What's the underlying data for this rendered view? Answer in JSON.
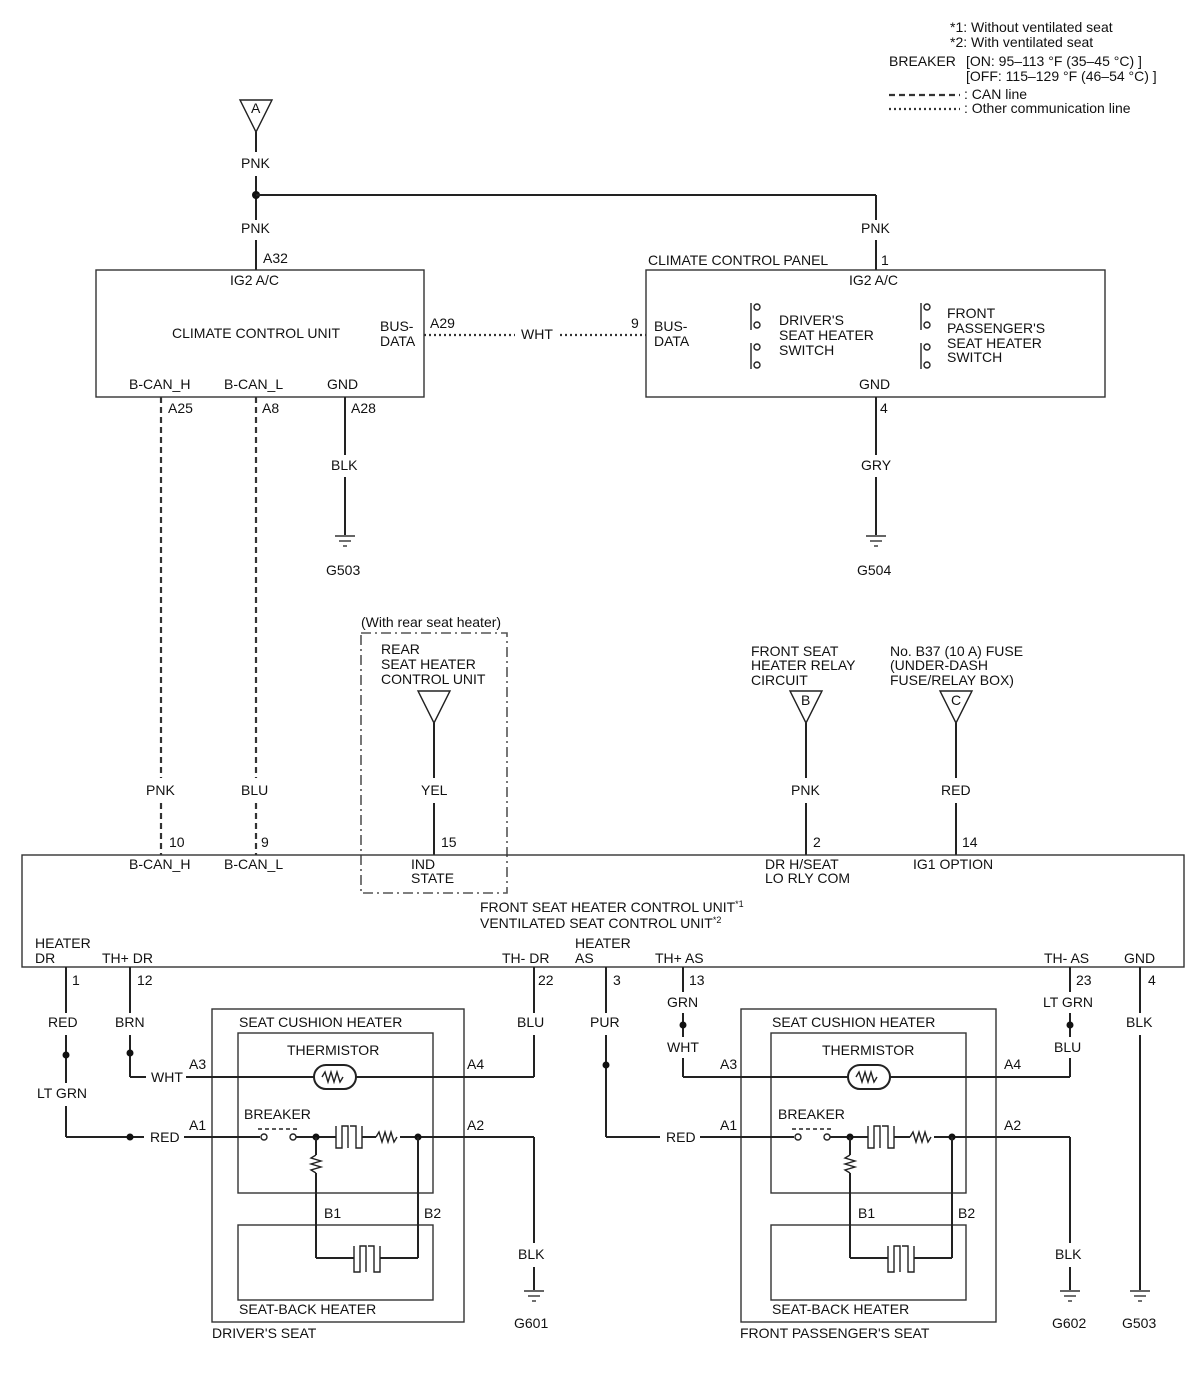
{
  "legend": {
    "note1": "*1: Without ventilated seat",
    "note2": "*2: With ventilated seat",
    "breaker_label": "BREAKER",
    "breaker_on": "[ON: 95–113 °F (35–45 °C) ]",
    "breaker_off": "[OFF: 115–129 °F (46–54 °C) ]",
    "can_line": ": CAN line",
    "other_line": ": Other communication line"
  },
  "connector_a": {
    "id": "A",
    "wire_top": "PNK",
    "wire_left": "PNK",
    "wire_right": "PNK"
  },
  "climate_control_unit": {
    "name": "CLIMATE CONTROL UNIT",
    "ig2_label": "IG2 A/C",
    "ig2_pin": "A32",
    "bus_label_1": "BUS-",
    "bus_label_2": "DATA",
    "bus_pin": "A29",
    "bcanh_label": "B-CAN_H",
    "bcanh_pin": "A25",
    "bcanl_label": "B-CAN_L",
    "bcanl_pin": "A8",
    "gnd_label": "GND",
    "gnd_pin": "A28",
    "gnd_wire": "BLK",
    "gnd_ground": "G503"
  },
  "bus_wire": "WHT",
  "climate_control_panel": {
    "name": "CLIMATE CONTROL PANEL",
    "ig2_label": "IG2 A/C",
    "ig2_pin": "1",
    "bus_pin": "9",
    "bus_label_1": "BUS-",
    "bus_label_2": "DATA",
    "driver_switch_1": "DRIVER'S",
    "driver_switch_2": "SEAT HEATER",
    "driver_switch_3": "SWITCH",
    "pass_switch_1": "FRONT",
    "pass_switch_2": "PASSENGER'S",
    "pass_switch_3": "SEAT HEATER",
    "pass_switch_4": "SWITCH",
    "gnd_label": "GND",
    "gnd_pin": "4",
    "gnd_wire": "GRY",
    "gnd_ground": "G504"
  },
  "rear_seat": {
    "condition": "(With rear seat heater)",
    "name_1": "REAR",
    "name_2": "SEAT HEATER",
    "name_3": "CONTROL UNIT",
    "wire": "YEL"
  },
  "relay_circuit": {
    "name_1": "FRONT SEAT",
    "name_2": "HEATER RELAY",
    "name_3": "CIRCUIT",
    "connector": "B",
    "wire": "PNK"
  },
  "fuse": {
    "name_1": "No. B37 (10 A) FUSE",
    "name_2": "(UNDER-DASH",
    "name_3": "FUSE/RELAY BOX)",
    "connector": "C",
    "wire": "RED"
  },
  "can_wires": {
    "h": "PNK",
    "l": "BLU"
  },
  "main_unit": {
    "name_1": "FRONT SEAT HEATER CONTROL UNIT",
    "name_1_note": "*1",
    "name_2": "VENTILATED SEAT CONTROL UNIT",
    "name_2_note": "*2",
    "top_pins": {
      "bcanh": {
        "pin": "10",
        "label": "B-CAN_H"
      },
      "bcanl": {
        "pin": "9",
        "label": "B-CAN_L"
      },
      "ind": {
        "pin": "15",
        "label_1": "IND",
        "label_2": "STATE"
      },
      "relay": {
        "pin": "2",
        "label_1": "DR H/SEAT",
        "label_2": "LO RLY COM"
      },
      "ig1": {
        "pin": "14",
        "label": "IG1 OPTION"
      }
    },
    "bottom_pins": {
      "heater_dr": {
        "pin": "1",
        "label_1": "HEATER",
        "label_2": "DR"
      },
      "thplus_dr": {
        "pin": "12",
        "label": "TH+ DR"
      },
      "thminus_dr": {
        "pin": "22",
        "label": "TH- DR"
      },
      "heater_as": {
        "pin": "3",
        "label_1": "HEATER",
        "label_2": "AS"
      },
      "thplus_as": {
        "pin": "13",
        "label": "TH+ AS"
      },
      "thminus_as": {
        "pin": "23",
        "label": "TH- AS"
      },
      "gnd": {
        "pin": "4",
        "label": "GND"
      }
    },
    "gnd_wire": "BLK",
    "gnd_ground": "G503"
  },
  "driver_seat": {
    "name": "DRIVER'S SEAT",
    "cushion": "SEAT CUSHION HEATER",
    "thermistor": "THERMISTOR",
    "breaker": "BREAKER",
    "back": "SEAT-BACK HEATER",
    "pin_a1": "A1",
    "pin_a2": "A2",
    "pin_a3": "A3",
    "pin_a4": "A4",
    "pin_b1": "B1",
    "pin_b2": "B2",
    "heater_wire_1": "RED",
    "heater_wire_2": "LT GRN",
    "heater_wire_3": "RED",
    "thplus_wire_1": "BRN",
    "thplus_wire_2": "WHT",
    "thminus_wire": "BLU",
    "gnd_wire": "BLK",
    "gnd_ground": "G601"
  },
  "pass_seat": {
    "name": "FRONT PASSENGER'S SEAT",
    "cushion": "SEAT CUSHION HEATER",
    "thermistor": "THERMISTOR",
    "breaker": "BREAKER",
    "back": "SEAT-BACK HEATER",
    "pin_a1": "A1",
    "pin_a2": "A2",
    "pin_a3": "A3",
    "pin_a4": "A4",
    "pin_b1": "B1",
    "pin_b2": "B2",
    "heater_wire_1": "PUR",
    "heater_wire_2": "RED",
    "thplus_wire_1": "GRN",
    "thplus_wire_2": "WHT",
    "thminus_wire_1": "LT GRN",
    "thminus_wire_2": "BLU",
    "gnd_wire": "BLK",
    "gnd_ground": "G602"
  }
}
